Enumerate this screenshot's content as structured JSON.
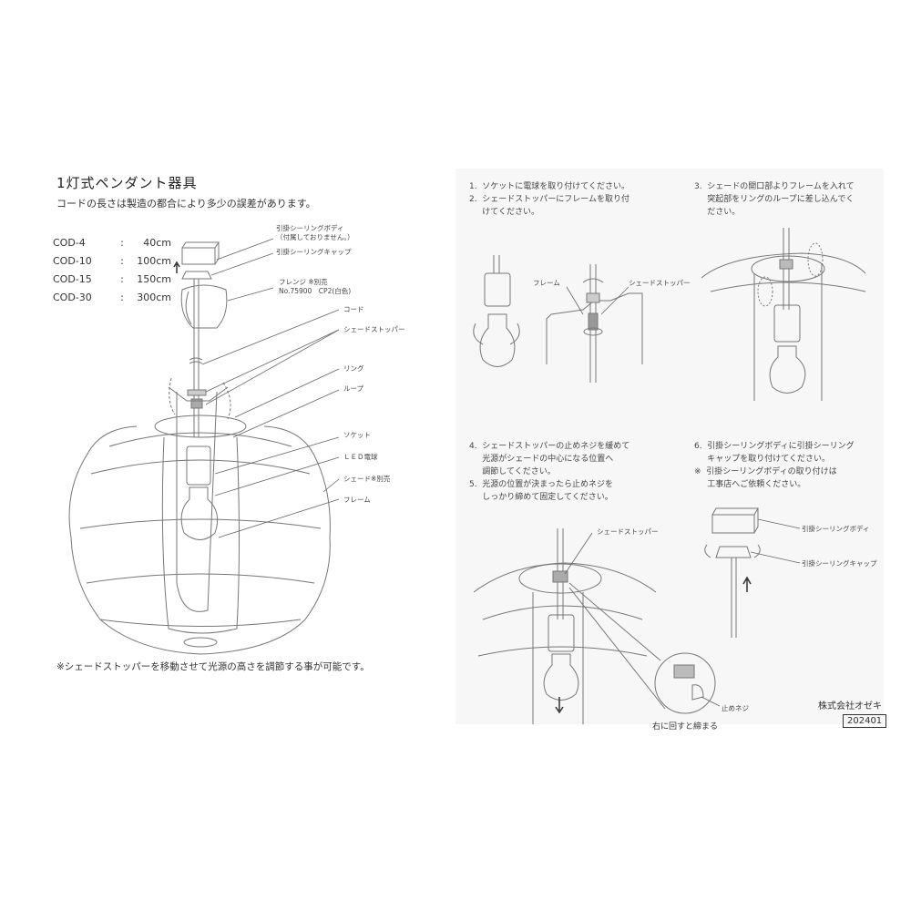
{
  "left_page": {
    "title": "1灯式ペンダント器具",
    "cord_note": "コードの長さは製造の都合により多少の誤差があります。",
    "specs": [
      {
        "model": "COD-4",
        "separator": ":",
        "length": "40cm"
      },
      {
        "model": "COD-10",
        "separator": ":",
        "length": "100cm"
      },
      {
        "model": "COD-15",
        "separator": ":",
        "length": "150cm"
      },
      {
        "model": "COD-30",
        "separator": ":",
        "length": "300cm"
      }
    ],
    "parts": {
      "ceiling_body": "引掛シーリングボディ\n（付属しておりません。）",
      "ceiling_cap": "引掛シーリングキャップ",
      "flange": "フレンジ ※別売\nNo.75900　CP2(白色)",
      "cord": "コード",
      "shade_stopper": "シェードストッパー",
      "ring": "リング",
      "loop": "ループ",
      "socket": "ソケット",
      "led_bulb": "ＬＥＤ電球",
      "shade": "シェード※別売",
      "frame": "フレーム"
    },
    "bottom_note": "※シェードストッパーを移動させて光源の高さを調節する事が可能です。"
  },
  "right_page": {
    "steps": {
      "s1_2": "1.  ソケットに電球を取り付けてください。\n2.  シェードストッパーにフレームを取り付\n     けてください。",
      "s3": "3.  シェードの開口部よりフレームを入れて\n     突起部をリングのループに差し込んでく\n     ださい。",
      "s4_5": "4.  シェードストッパーの止めネジを緩めて\n     光源がシェードの中心になる位置へ\n     調節してください。\n5.  光源の位置が決まったら止めネジを\n     しっかり締めて固定してください。",
      "s6": "6.  引掛シーリングボディに引掛シーリング\n     キャップを取り付けてください。\n※  引掛シーリングボディの取り付けは\n     工事店へご依頼ください。"
    },
    "diagram_labels": {
      "frame": "フレーム",
      "shade_stopper": "シェードストッパー",
      "shade_stopper_2": "シェードストッパー",
      "set_screw": "止めネジ",
      "tighten_note": "右に回すと締まる",
      "ceiling_body": "引掛シーリングボディ",
      "ceiling_cap": "引掛シーリングキャップ"
    },
    "company": "株式会社オゼキ",
    "doc_code": "202401"
  }
}
